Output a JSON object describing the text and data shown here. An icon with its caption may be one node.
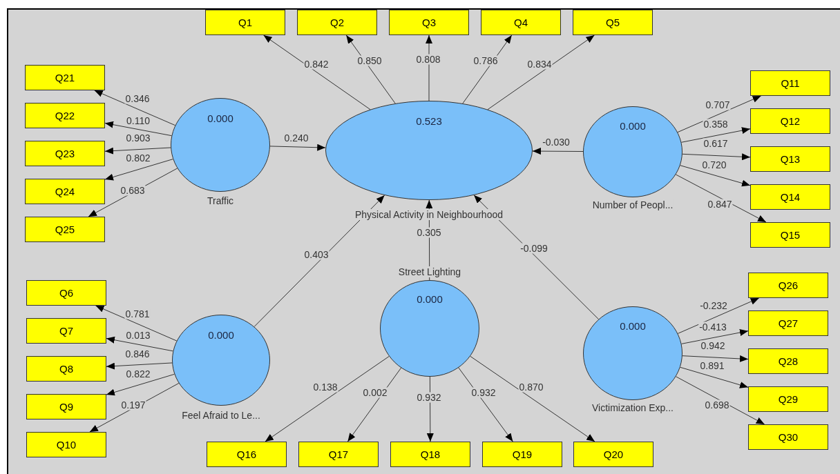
{
  "diagram": {
    "nodes": [
      {
        "text": [
          "Q1"
        ]
      },
      {
        "text": [
          "Q2"
        ]
      },
      {
        "text": [
          "Q3"
        ]
      },
      {
        "text": [
          "Q4"
        ]
      },
      {
        "text": [
          "Q5"
        ]
      },
      {
        "text": [
          "Q21"
        ]
      },
      {
        "text": [
          "Q22"
        ]
      },
      {
        "text": [
          "Q23"
        ]
      },
      {
        "text": [
          "Q24"
        ]
      },
      {
        "text": [
          "Q25"
        ]
      },
      {
        "text": [
          "0.000",
          "Traffic"
        ]
      },
      {
        "text": [
          "0.523",
          "Physical Activity in Neighbourhood"
        ]
      },
      {
        "text": [
          "0.000",
          "Number of Peopl..."
        ]
      },
      {
        "text": [
          "Q11"
        ]
      },
      {
        "text": [
          "Q12"
        ]
      },
      {
        "text": [
          "Q13"
        ]
      },
      {
        "text": [
          "Q14"
        ]
      },
      {
        "text": [
          "Q15"
        ]
      },
      {
        "text": [
          "Q6"
        ]
      },
      {
        "text": [
          "Q7"
        ]
      },
      {
        "text": [
          "Q8"
        ]
      },
      {
        "text": [
          "Q9"
        ]
      },
      {
        "text": [
          "Q10"
        ]
      },
      {
        "text": [
          "0.000",
          "Feel Afraid to Le..."
        ]
      },
      {
        "text": [
          "Street Lighting",
          "0.000"
        ]
      },
      {
        "text": [
          "0.000",
          "Victimization Exp..."
        ]
      },
      {
        "text": [
          "Q26"
        ]
      },
      {
        "text": [
          "Q27"
        ]
      },
      {
        "text": [
          "Q28"
        ]
      },
      {
        "text": [
          "Q29"
        ]
      },
      {
        "text": [
          "Q30"
        ]
      },
      {
        "text": [
          "Q16"
        ]
      },
      {
        "text": [
          "Q17"
        ]
      },
      {
        "text": [
          "Q18"
        ]
      },
      {
        "text": [
          "Q19"
        ]
      },
      {
        "text": [
          "Q20"
        ]
      }
    ],
    "edges": [
      {
        "from": 11,
        "to": 0,
        "arrow": "to",
        "label": "0.842"
      },
      {
        "from": 11,
        "to": 1,
        "arrow": "to",
        "label": "0.850"
      },
      {
        "from": 11,
        "to": 2,
        "arrow": "to",
        "label": "0.808"
      },
      {
        "from": 11,
        "to": 3,
        "arrow": "to",
        "label": "0.786"
      },
      {
        "from": 11,
        "to": 4,
        "arrow": "to",
        "label": "0.834"
      },
      {
        "from": 10,
        "to": 5,
        "arrow": "to",
        "label": "0.346"
      },
      {
        "from": 10,
        "to": 6,
        "arrow": "to",
        "label": "0.110"
      },
      {
        "from": 10,
        "to": 7,
        "arrow": "to",
        "label": "0.903"
      },
      {
        "from": 10,
        "to": 8,
        "arrow": "to",
        "label": "0.802"
      },
      {
        "from": 10,
        "to": 9,
        "arrow": "to",
        "label": "0.683"
      },
      {
        "from": 10,
        "to": 11,
        "arrow": "to",
        "label": "0.240"
      },
      {
        "from": 12,
        "to": 11,
        "arrow": "to",
        "label": "-0.030"
      },
      {
        "from": 12,
        "to": 13,
        "arrow": "to",
        "label": "0.707"
      },
      {
        "from": 12,
        "to": 14,
        "arrow": "to",
        "label": "0.358"
      },
      {
        "from": 12,
        "to": 15,
        "arrow": "to",
        "label": "0.617"
      },
      {
        "from": 12,
        "to": 16,
        "arrow": "to",
        "label": "0.720"
      },
      {
        "from": 12,
        "to": 17,
        "arrow": "to",
        "label": "0.847"
      },
      {
        "from": 23,
        "to": 18,
        "arrow": "to",
        "label": "0.781"
      },
      {
        "from": 23,
        "to": 19,
        "arrow": "to",
        "label": "0.013"
      },
      {
        "from": 23,
        "to": 20,
        "arrow": "to",
        "label": "0.846"
      },
      {
        "from": 23,
        "to": 21,
        "arrow": "to",
        "label": "0.822"
      },
      {
        "from": 23,
        "to": 22,
        "arrow": "to",
        "label": "0.197"
      },
      {
        "from": 23,
        "to": 11,
        "arrow": "to",
        "label": "0.403"
      },
      {
        "from": 24,
        "to": 11,
        "arrow": "to",
        "label": "0.305"
      },
      {
        "from": 25,
        "to": 11,
        "arrow": "to",
        "label": "-0.099"
      },
      {
        "from": 24,
        "to": 31,
        "arrow": "to",
        "label": "0.138"
      },
      {
        "from": 24,
        "to": 32,
        "arrow": "to",
        "label": "0.002"
      },
      {
        "from": 24,
        "to": 33,
        "arrow": "to",
        "label": "0.932"
      },
      {
        "from": 24,
        "to": 34,
        "arrow": "to",
        "label": "0.932"
      },
      {
        "from": 24,
        "to": 35,
        "arrow": "to",
        "label": "0.870"
      },
      {
        "from": 25,
        "to": 26,
        "arrow": "to",
        "label": "-0.232"
      },
      {
        "from": 25,
        "to": 27,
        "arrow": "to",
        "label": "-0.413"
      },
      {
        "from": 25,
        "to": 28,
        "arrow": "to",
        "label": "0.942"
      },
      {
        "from": 25,
        "to": 29,
        "arrow": "to",
        "label": "0.891"
      },
      {
        "from": 25,
        "to": 30,
        "arrow": "to",
        "label": "0.698"
      }
    ]
  }
}
